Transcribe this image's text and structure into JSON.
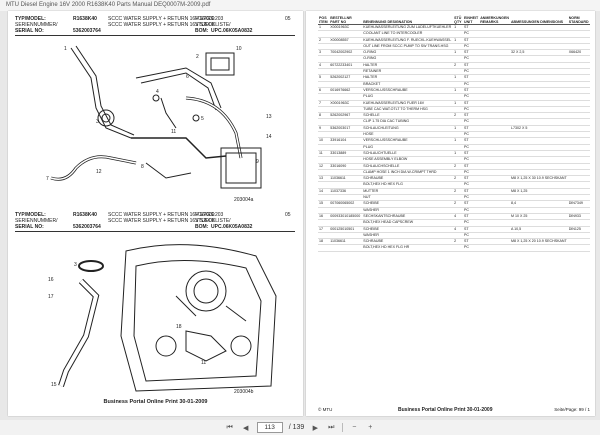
{
  "viewer": {
    "title": "MTU Diesel Engine 16V 2000 R1638K40 Parts Manual DEQ0007M-2009.pdf",
    "current_page": "113",
    "total_pages": "/ 139"
  },
  "left_page": {
    "blocks": [
      {
        "typmodel_label": "TYP/MODEL:",
        "typmodel_value": "R1638K40",
        "title_line1": "SCCC WATER SUPPLY + RETURN 16V S2000",
        "title_line2": "SCCC WATER SUPPLY + RETURN 16V S2000",
        "fgfgs_label": "FG/FGS:",
        "fgfgs_value": "203",
        "fgfgs_num": "05",
        "serie_label": "SERIENNUMMER/",
        "serial_label": "SERIAL NO:",
        "serial_value": "5362003764",
        "stueck_label": "STUECKLISTE/",
        "bom_label": "BOM:",
        "bom_value": "UPC.06K05A0832",
        "drawing_code": "203004a"
      },
      {
        "typmodel_label": "TYP/MODEL:",
        "typmodel_value": "R1638K40",
        "title_line1": "SCCC WATER SUPPLY + RETURN 16V S2000",
        "title_line2": "SCCC WATER SUPPLY + RETURN 16V S2000",
        "fgfgs_label": "FG/FGS:",
        "fgfgs_value": "203",
        "fgfgs_num": "05",
        "serie_label": "SERIENNUMMER/",
        "serial_label": "SERIAL NO:",
        "serial_value": "5362003764",
        "stueck_label": "STUECKLISTE/",
        "bom_label": "BOM:",
        "bom_value": "UPC.06K05A0832",
        "drawing_code": "203004b"
      }
    ],
    "footer": "Business Portal Online Print 30-01-2009"
  },
  "right_page": {
    "headers": [
      "POS ITEM",
      "BESTELLNR PART NO",
      "BENENNUNG DESIGNATION",
      "STÜ QTY",
      "EINHEIT UNIT",
      "ANMERKUNGEN REMARKS",
      "ABMESSUNGEN DIMENSIONS",
      "NORM STANDARD"
    ],
    "rows": [
      [
        "1",
        "X0001963C",
        "KUEHLWASSERLEITUNG ZUM LADELUFTKUEHLER",
        "1",
        "ST",
        "",
        "",
        ""
      ],
      [
        "",
        "",
        "COOLANT LINE TO INTERCOOLER",
        "",
        "PC",
        "",
        "",
        ""
      ],
      [
        "2",
        "X00008557",
        "KUEHLWASSERLEITUNG F. RUECKL.KUEHWASSEL",
        "1",
        "ST",
        "",
        "",
        ""
      ],
      [
        "",
        "",
        "OUT LINE FROM SCCC PUMP TO SW TRANS.HSG",
        "",
        "PC",
        "",
        "",
        ""
      ],
      [
        "3",
        "70042002902",
        "O-RING",
        "1",
        "ST",
        "",
        "32 X 2,5",
        "X66420"
      ],
      [
        "",
        "",
        "O-RING",
        "",
        "PC",
        "",
        "",
        ""
      ],
      [
        "4",
        "60722233401",
        "HALTER",
        "2",
        "ST",
        "",
        "",
        ""
      ],
      [
        "",
        "",
        "RETAINER",
        "",
        "PC",
        "",
        "",
        ""
      ],
      [
        "5",
        "5262002127",
        "HALTER",
        "1",
        "ST",
        "",
        "",
        ""
      ],
      [
        "",
        "",
        "BRACKET",
        "",
        "PC",
        "",
        "",
        ""
      ],
      [
        "6",
        "0016976662",
        "VERSCHLUSSSCHRAUBE",
        "1",
        "ST",
        "",
        "",
        ""
      ],
      [
        "",
        "",
        "PLUG",
        "",
        "PC",
        "",
        "",
        ""
      ],
      [
        "7",
        "X0001963C",
        "KUEHLWASSERLEITUNG FUER 16V",
        "1",
        "ST",
        "",
        "",
        ""
      ],
      [
        "",
        "",
        "TUBE CAC WAT.OTLT TO THERM HSG",
        "",
        "PC",
        "",
        "",
        ""
      ],
      [
        "8",
        "5262002967",
        "SCHELLE",
        "2",
        "ST",
        "",
        "",
        ""
      ],
      [
        "",
        "",
        "CLIP 1.75 DIA CAC TUBING",
        "",
        "PC",
        "",
        "",
        ""
      ],
      [
        "9",
        "5362003017",
        "SCHLAUCHLEITUNG",
        "1",
        "ST",
        "",
        "L7302 X 5",
        ""
      ],
      [
        "",
        "",
        "HOSE",
        "",
        "PC",
        "",
        "",
        ""
      ],
      [
        "10",
        "33916104",
        "VERSCHLUSSSCHRAUBE",
        "1",
        "ST",
        "",
        "",
        ""
      ],
      [
        "",
        "",
        "PLUG",
        "",
        "PC",
        "",
        "",
        ""
      ],
      [
        "11",
        "33013889",
        "SCHLAUCHTUELLE",
        "1",
        "ST",
        "",
        "",
        ""
      ],
      [
        "",
        "",
        "HOSE ASSEMBLY ELBOW",
        "",
        "PC",
        "",
        "",
        ""
      ],
      [
        "12",
        "33016090",
        "SCHLAUCHSCHELLE",
        "2",
        "ST",
        "",
        "",
        ""
      ],
      [
        "",
        "",
        "CLAMP HOSE 1 INCH DIA W-CRIMPT THRD",
        "",
        "PC",
        "",
        "",
        ""
      ],
      [
        "13",
        "11036611",
        "SCHRAUBE",
        "2",
        "ST",
        "",
        "M8 X 1,25 X 30 10.9 SECHSKANT",
        ""
      ],
      [
        "",
        "",
        "BOLT,HEX HD HEX FLG",
        "",
        "PC",
        "",
        "",
        ""
      ],
      [
        "14",
        "11037336",
        "MUTTER",
        "2",
        "ST",
        "",
        "M8 X 1,25",
        ""
      ],
      [
        "",
        "",
        "NUT",
        "",
        "PC",
        "",
        "",
        ""
      ],
      [
        "15",
        "007060065002",
        "SCHEIBE",
        "2",
        "ST",
        "",
        "8,4",
        "DIN7349"
      ],
      [
        "",
        "",
        "WASHER",
        "",
        "PC",
        "",
        "",
        ""
      ],
      [
        "16",
        "000933010185000",
        "SECHSKANTSCHRAUBE",
        "4",
        "ST",
        "",
        "M 10 X 25",
        "DIN933"
      ],
      [
        "",
        "",
        "BOLT,HEX HEAD CAPSCREW",
        "",
        "PC",
        "",
        "",
        ""
      ],
      [
        "17",
        "000125010501",
        "SCHEIBE",
        "4",
        "ST",
        "",
        "A 10,5",
        "DIN125"
      ],
      [
        "",
        "",
        "WASHER",
        "",
        "PC",
        "",
        "",
        ""
      ],
      [
        "18",
        "11036611",
        "SCHRAUBE",
        "2",
        "ST",
        "",
        "M8 X 1,25 X 20 10.9 SECHSKANT",
        ""
      ],
      [
        "",
        "",
        "BOLT,HEX HD HEX FLG HR",
        "",
        "PC",
        "",
        "",
        ""
      ]
    ],
    "footer_left": "© MTU",
    "footer_center": "Business Portal Online Print 30-01-2009",
    "footer_right": "Seite/Page: 99 / 1"
  }
}
